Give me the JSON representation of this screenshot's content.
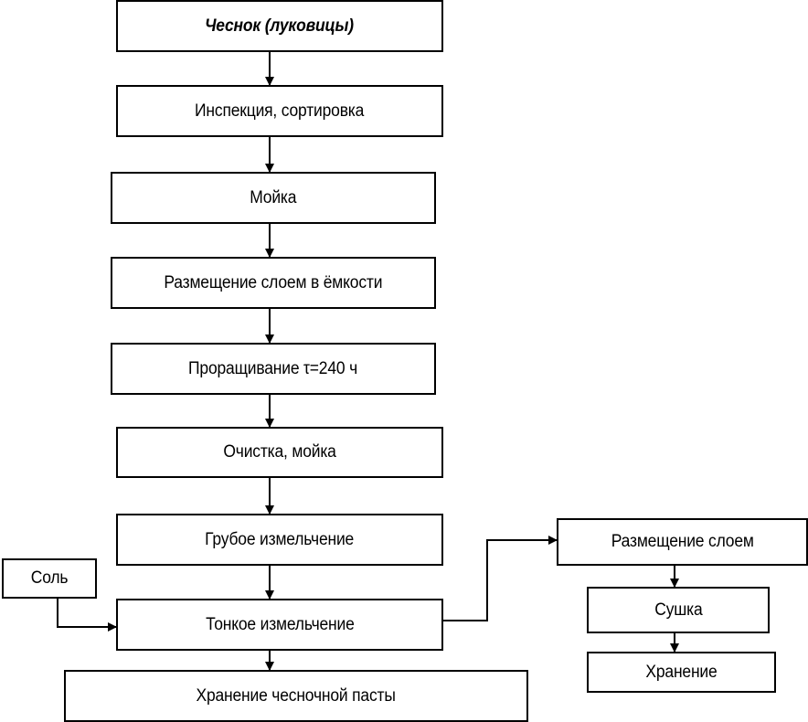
{
  "diagram": {
    "nodes": {
      "garlic": "Чеснок (луковицы)",
      "inspection": "Инспекция, сортировка",
      "washing": "Мойка",
      "layering": "Размещение слоем в ёмкости",
      "sprouting": "Проращивание τ=240 ч",
      "cleaning": "Очистка, мойка",
      "coarse_grinding": "Грубое измельчение",
      "salt": "Соль",
      "fine_grinding": "Тонкое измельчение",
      "paste_storage": "Хранение чесночной пасты",
      "layer_placement": "Размещение слоем",
      "drying": "Сушка",
      "storage": "Хранение"
    }
  }
}
